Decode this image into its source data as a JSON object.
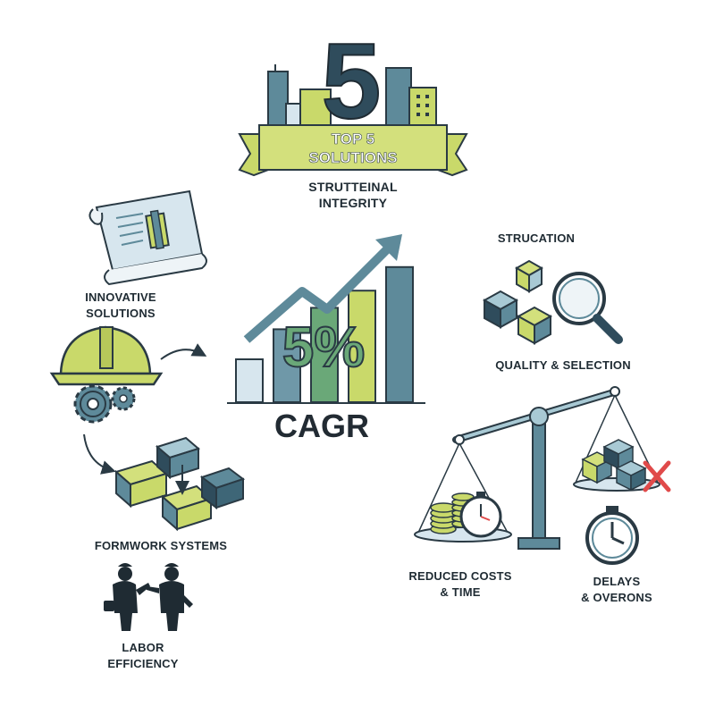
{
  "header": {
    "number": "5",
    "ribbon_line1": "TOP 5",
    "ribbon_line2": "SOLUTIONS",
    "caption_line1": "STRUTTEINAL",
    "caption_line2": "INTEGRITY"
  },
  "center": {
    "percent": "5%",
    "cagr": "CAGR"
  },
  "items": {
    "innovative_line1": "INNOVATIVE",
    "innovative_line2": "SOLUTIONS",
    "formwork": "FORMWORK SYSTEMS",
    "labor_line1": "LABOR",
    "labor_line2": "EFFICIENCY",
    "strucation": "STRUCATION",
    "quality": "QUALITY & SELECTION",
    "reduced_line1": "REDUCED COSTS",
    "reduced_line2": "& TIME",
    "delays_line1": "DELAYS",
    "delays_line2": "& OVERONS"
  },
  "colors": {
    "lime": "#c9d96a",
    "teal": "#5e8a9a",
    "navy": "#2f4c5c",
    "green": "#6aa878",
    "light": "#d7e6ee",
    "outline": "#2a3a44",
    "red": "#e04a4a"
  },
  "chart_data": {
    "type": "bar",
    "categories": [
      "",
      "",
      "",
      "",
      ""
    ],
    "values": [
      2,
      3.4,
      4.4,
      5.2,
      6.3
    ],
    "ylim": [
      0,
      7
    ]
  }
}
